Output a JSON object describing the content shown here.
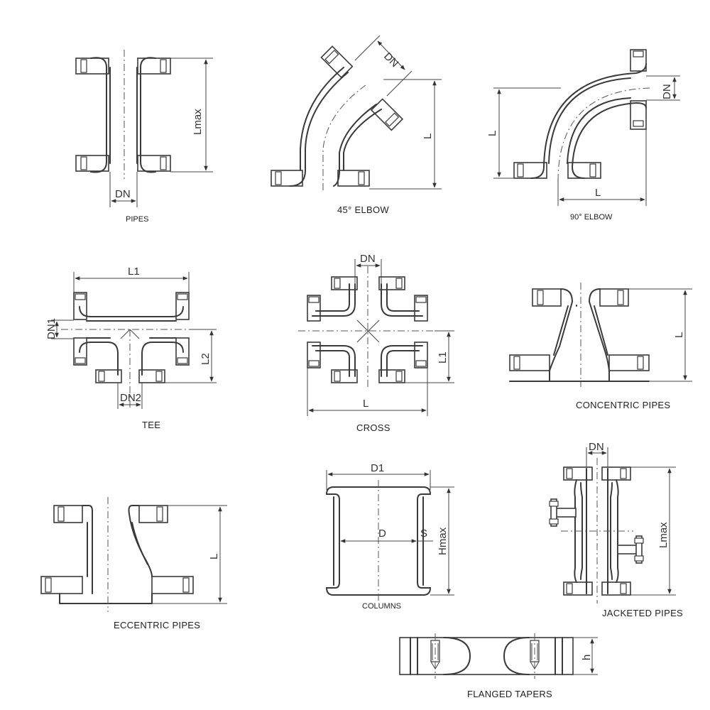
{
  "figures": {
    "pipes": {
      "caption": "PIPES",
      "dim_length": "Lmax",
      "dim_dn": "DN"
    },
    "elbow45": {
      "caption": "45°  ELBOW",
      "dim_dn": "DN",
      "dim_length": "L"
    },
    "elbow90": {
      "caption": "90°  ELBOW",
      "dim_dn": "DN",
      "dim_length_v": "L",
      "dim_length_h": "L"
    },
    "tee": {
      "caption": "TEE",
      "dim_l1": "L1",
      "dim_dn1": "DN1",
      "dim_l2": "L2",
      "dim_dn2": "DN2"
    },
    "cross": {
      "caption": "CROSS",
      "dim_dn": "DN",
      "dim_l1": "L1",
      "dim_l": "L"
    },
    "concentric": {
      "caption": "CONCENTRIC PIPES",
      "dim_length": "L"
    },
    "eccentric": {
      "caption": "ECCENTRIC PIPES",
      "dim_length": "L"
    },
    "columns": {
      "caption": "COLUMNS",
      "dim_d1": "D1",
      "dim_d": "D",
      "dim_s": "S",
      "dim_hmax": "Hmax"
    },
    "jacketed": {
      "caption": "JACKETED PIPES",
      "dim_dn": "DN",
      "dim_length": "Lmax"
    },
    "tapers": {
      "caption": "FLANGED TAPERS",
      "dim_h": "h"
    }
  }
}
